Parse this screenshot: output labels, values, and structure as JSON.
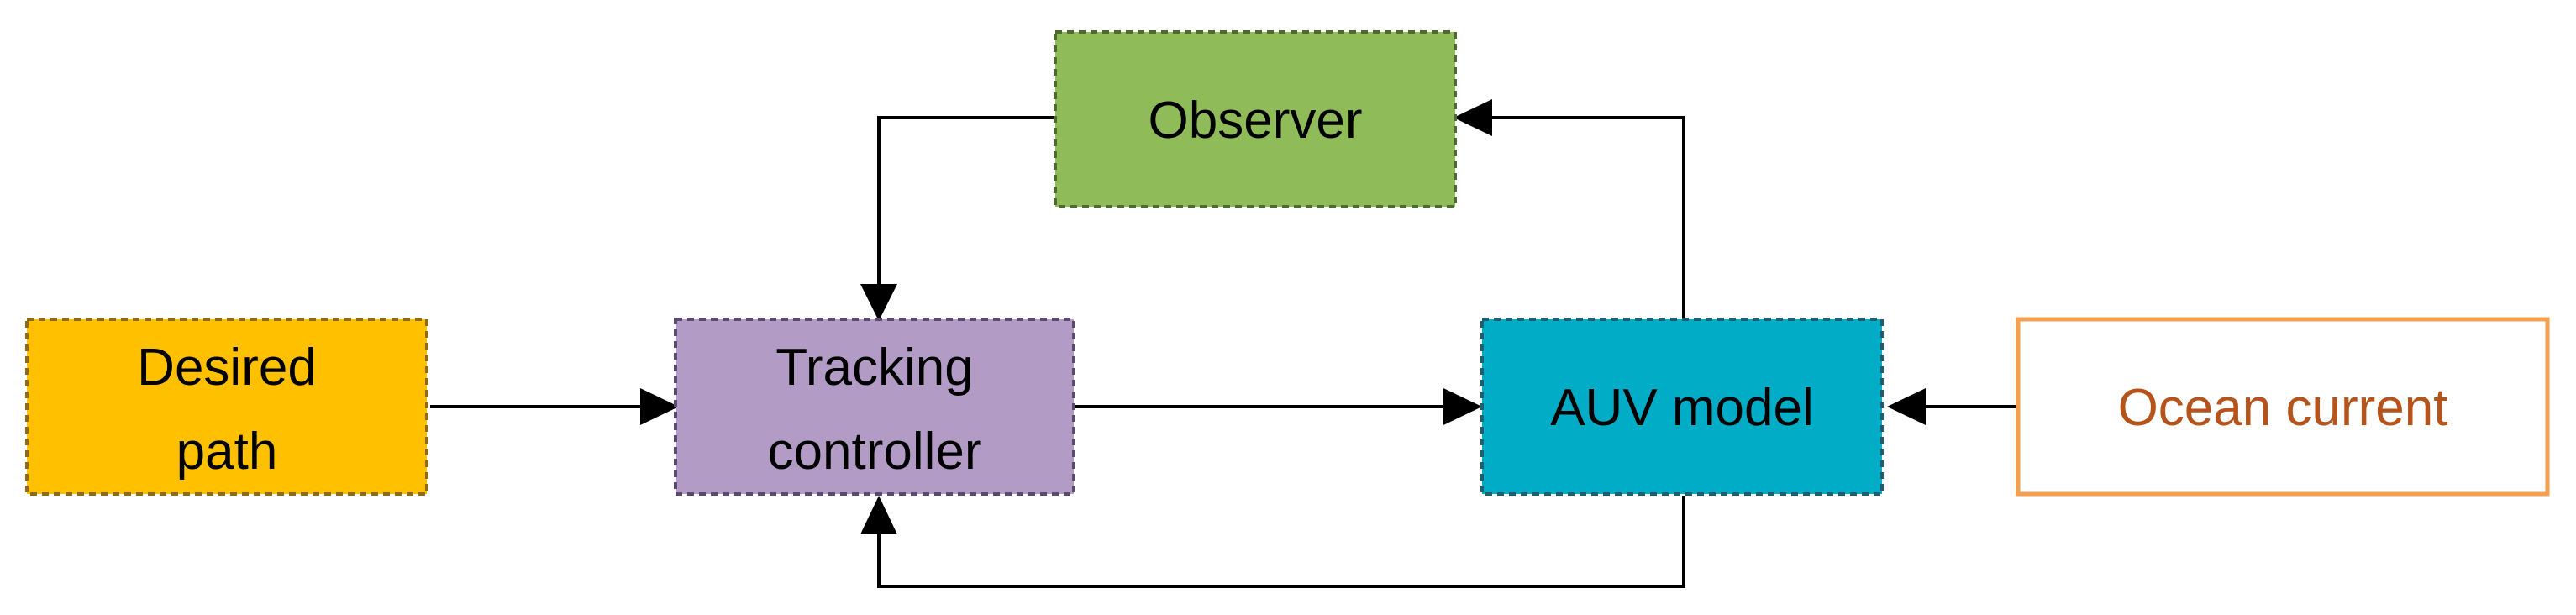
{
  "nodes": {
    "desired_path": {
      "lines": [
        "Desired",
        "path"
      ],
      "fill": "#FFC000",
      "border": "#8C6A1E",
      "text_color": "#000000"
    },
    "tracking_controller": {
      "lines": [
        "Tracking",
        "controller"
      ],
      "fill": "#B29CC6",
      "border": "#5A4A6E",
      "text_color": "#000000"
    },
    "observer": {
      "lines": [
        "Observer"
      ],
      "fill": "#8FBC58",
      "border": "#4F6A2E",
      "text_color": "#000000"
    },
    "auv_model": {
      "lines": [
        "AUV model"
      ],
      "fill": "#00ACC6",
      "border": "#1F5E6A",
      "text_color": "#000000"
    },
    "ocean_current": {
      "lines": [
        "Ocean current"
      ],
      "fill": "#FFFFFF",
      "border": "#F4A050",
      "text_color": "#B5531A"
    }
  },
  "edges": [
    {
      "from": "desired_path",
      "to": "tracking_controller"
    },
    {
      "from": "tracking_controller",
      "to": "auv_model"
    },
    {
      "from": "ocean_current",
      "to": "auv_model"
    },
    {
      "from": "auv_model",
      "to": "observer"
    },
    {
      "from": "observer",
      "to": "tracking_controller"
    },
    {
      "from": "auv_model",
      "to": "tracking_controller"
    }
  ]
}
